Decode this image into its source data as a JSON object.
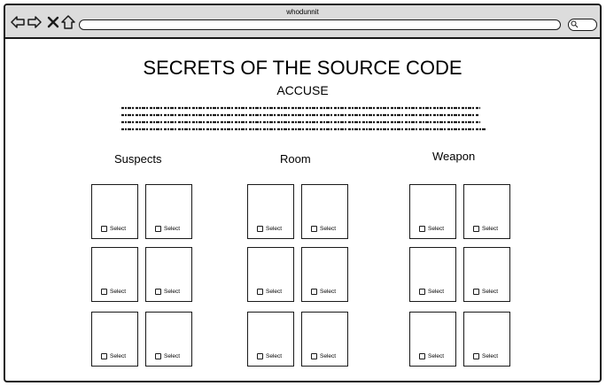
{
  "browser": {
    "title": "whodunnit"
  },
  "page": {
    "title": "SECRETS OF THE SOURCE CODE",
    "subtitle": "ACCUSE"
  },
  "columns": [
    {
      "label": "Suspects",
      "cards": [
        "Select",
        "Select",
        "Select",
        "Select",
        "Select",
        "Select"
      ]
    },
    {
      "label": "Room",
      "cards": [
        "Select",
        "Select",
        "Select",
        "Select",
        "Select",
        "Select"
      ]
    },
    {
      "label": "Weapon",
      "cards": [
        "Select",
        "Select",
        "Select",
        "Select",
        "Select",
        "Select"
      ]
    }
  ],
  "icons": [
    "back-arrow-icon",
    "forward-arrow-icon",
    "close-icon",
    "home-icon",
    "search-icon"
  ]
}
